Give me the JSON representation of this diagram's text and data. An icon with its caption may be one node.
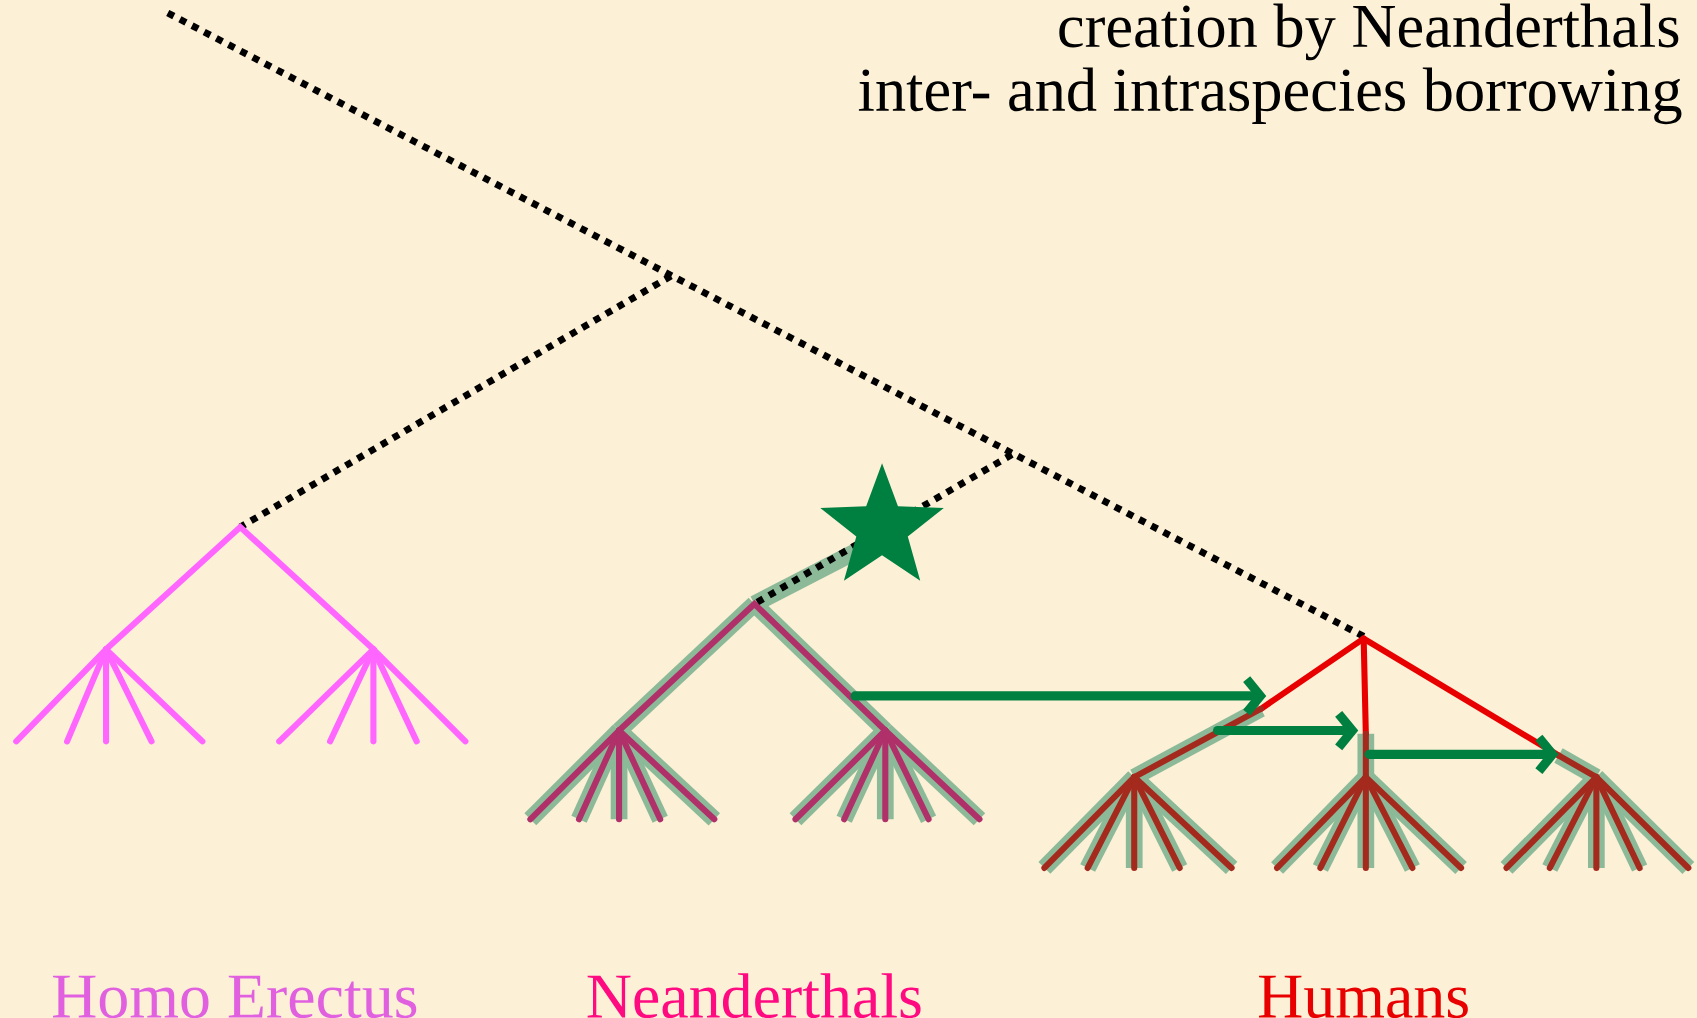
{
  "diagram": {
    "labels": [
      "creation by Neanderthals",
      "inter- and intraspecies borrowing",
      "Homo Erectus",
      "Neanderthals",
      "Humans"
    ]
  }
}
